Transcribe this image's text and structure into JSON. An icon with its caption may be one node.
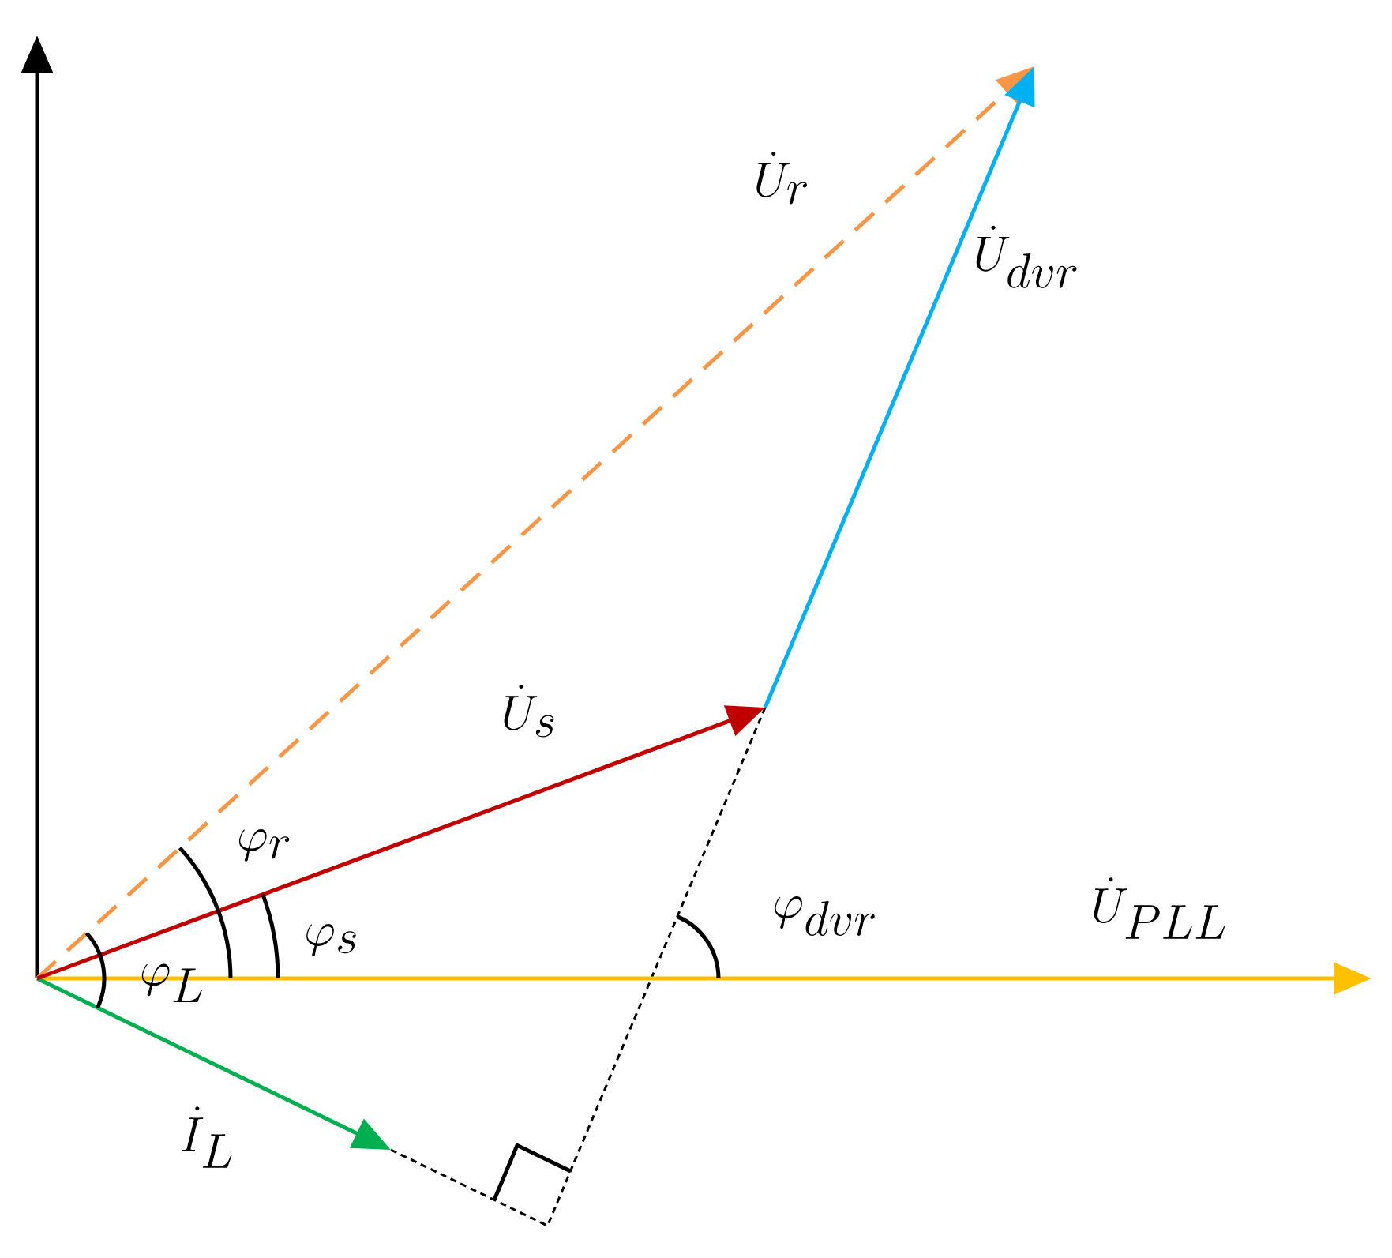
{
  "diagram": {
    "labels": [
      "\\dot{U}_{r}",
      "\\dot{U}_{dvr}",
      "\\dot{U}_{s}",
      "\\varphi_{r}",
      "\\varphi_{dvr}",
      "\\dot{U}_{PLL}",
      "\\varphi_{s}",
      "\\varphi_{L}",
      "\\dot{I}_{L}"
    ]
  }
}
